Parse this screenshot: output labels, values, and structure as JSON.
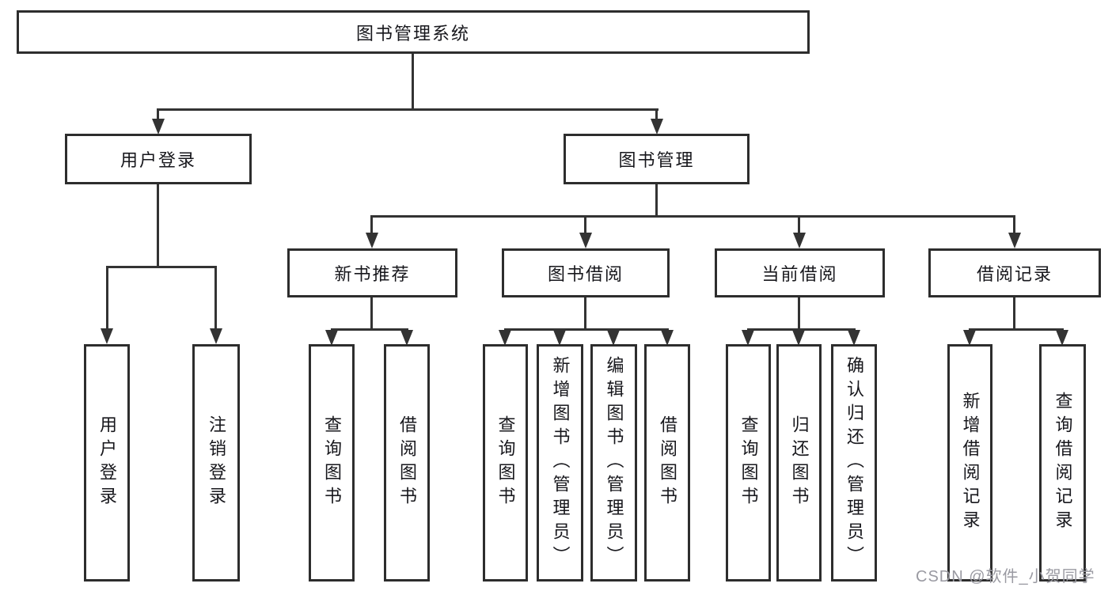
{
  "diagram": {
    "root": {
      "label": "图书管理系统"
    },
    "branches": [
      {
        "label": "用户登录",
        "leaves": [
          "用户登录",
          "注销登录"
        ]
      },
      {
        "label": "图书管理",
        "children": [
          {
            "label": "新书推荐",
            "leaves": [
              "查询图书",
              "借阅图书"
            ]
          },
          {
            "label": "图书借阅",
            "leaves": [
              "查询图书",
              "新增图书（管理员）",
              "编辑图书（管理员）",
              "借阅图书"
            ]
          },
          {
            "label": "当前借阅",
            "leaves": [
              "查询图书",
              "归还图书",
              "确认归还（管理员）"
            ]
          },
          {
            "label": "借阅记录",
            "leaves": [
              "新增借阅记录",
              "查询借阅记录"
            ]
          }
        ]
      }
    ],
    "watermark": "CSDN @软件_小贺同学",
    "colors": {
      "line": "#333333",
      "border": "#2d2d2d",
      "text": "#17171c",
      "watermark": "#9a9aa2",
      "background": "#ffffff"
    }
  }
}
